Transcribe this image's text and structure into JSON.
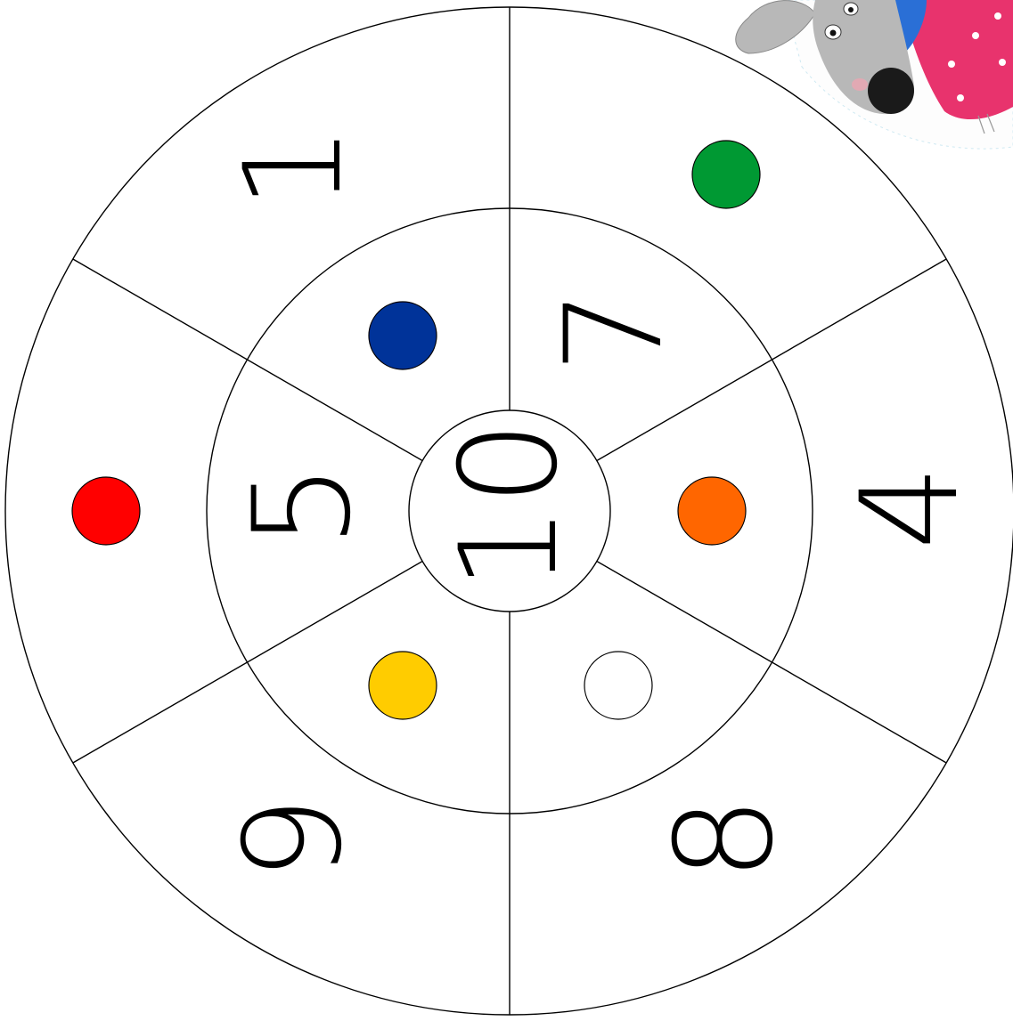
{
  "board": {
    "center_number": "10",
    "outer_numbers": [
      {
        "id": "one",
        "text": "1"
      },
      {
        "id": "four",
        "text": "4"
      },
      {
        "id": "eight",
        "text": "8"
      },
      {
        "id": "nine",
        "text": "9"
      }
    ],
    "inner_numbers": [
      {
        "id": "seven",
        "text": "7"
      },
      {
        "id": "five",
        "text": "5"
      }
    ],
    "dots": [
      {
        "id": "green",
        "color": "#009933"
      },
      {
        "id": "blue",
        "color": "#003399"
      },
      {
        "id": "red",
        "color": "#ff0000"
      },
      {
        "id": "orange",
        "color": "#ff6600"
      },
      {
        "id": "yellow",
        "color": "#ffcc00"
      },
      {
        "id": "white",
        "color": "#ffffff"
      }
    ]
  },
  "mascot": {
    "icon": "dog-character-icon",
    "colors": {
      "fur": "#b8b8b8",
      "shirt": "#e8336d",
      "collar": "#2a6fd6",
      "nose": "#1a1a1a"
    }
  }
}
